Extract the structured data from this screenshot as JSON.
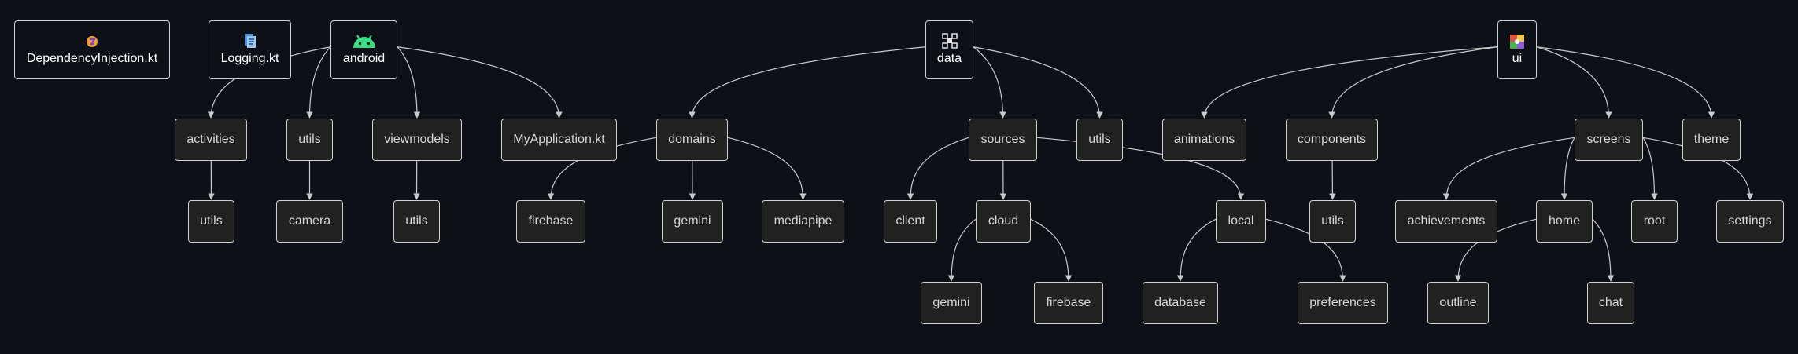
{
  "diagram": {
    "title": "",
    "colors": {
      "background": "#0d1117",
      "node_fill": "#212121",
      "root_fill": "#0d1117",
      "node_border": "#d0d0d0",
      "edge": "#c9c9c9",
      "text": "#d7d7d7",
      "root_text": "#ffffff"
    },
    "nodes": {
      "dependency_injection": {
        "label": "DependencyInjection.kt",
        "icon": "kotlin-file-icon"
      },
      "logging": {
        "label": "Logging.kt",
        "icon": "log-file-icon"
      },
      "android": {
        "label": "android",
        "icon": "android-icon"
      },
      "data": {
        "label": "data",
        "icon": "database-folder-icon"
      },
      "ui": {
        "label": "ui",
        "icon": "ui-folder-icon"
      },
      "android_activities": {
        "label": "activities"
      },
      "android_utils": {
        "label": "utils"
      },
      "android_viewmodels": {
        "label": "viewmodels"
      },
      "android_myapplication": {
        "label": "MyApplication.kt"
      },
      "activities_utils": {
        "label": "utils"
      },
      "utils_camera": {
        "label": "camera"
      },
      "viewmodels_utils": {
        "label": "utils"
      },
      "data_domains": {
        "label": "domains"
      },
      "data_sources": {
        "label": "sources"
      },
      "data_utils": {
        "label": "utils"
      },
      "domains_firebase": {
        "label": "firebase"
      },
      "domains_gemini": {
        "label": "gemini"
      },
      "domains_mediapipe": {
        "label": "mediapipe"
      },
      "sources_client": {
        "label": "client"
      },
      "sources_cloud": {
        "label": "cloud"
      },
      "sources_local": {
        "label": "local"
      },
      "cloud_gemini": {
        "label": "gemini"
      },
      "cloud_firebase": {
        "label": "firebase"
      },
      "local_database": {
        "label": "database"
      },
      "local_preferences": {
        "label": "preferences"
      },
      "ui_animations": {
        "label": "animations"
      },
      "ui_components": {
        "label": "components"
      },
      "ui_screens": {
        "label": "screens"
      },
      "ui_theme": {
        "label": "theme"
      },
      "components_utils": {
        "label": "utils"
      },
      "screens_achievements": {
        "label": "achievements"
      },
      "screens_home": {
        "label": "home"
      },
      "screens_root": {
        "label": "root"
      },
      "screens_settings": {
        "label": "settings"
      },
      "home_outline": {
        "label": "outline"
      },
      "home_chat": {
        "label": "chat"
      }
    },
    "edges": [
      [
        "android",
        "android_activities"
      ],
      [
        "android",
        "android_utils"
      ],
      [
        "android",
        "android_viewmodels"
      ],
      [
        "android",
        "android_myapplication"
      ],
      [
        "android_activities",
        "activities_utils"
      ],
      [
        "android_utils",
        "utils_camera"
      ],
      [
        "android_viewmodels",
        "viewmodels_utils"
      ],
      [
        "data",
        "data_domains"
      ],
      [
        "data",
        "data_sources"
      ],
      [
        "data",
        "data_utils"
      ],
      [
        "data_domains",
        "domains_firebase"
      ],
      [
        "data_domains",
        "domains_gemini"
      ],
      [
        "data_domains",
        "domains_mediapipe"
      ],
      [
        "data_sources",
        "sources_client"
      ],
      [
        "data_sources",
        "sources_cloud"
      ],
      [
        "data_sources",
        "sources_local"
      ],
      [
        "sources_cloud",
        "cloud_gemini"
      ],
      [
        "sources_cloud",
        "cloud_firebase"
      ],
      [
        "sources_local",
        "local_database"
      ],
      [
        "sources_local",
        "local_preferences"
      ],
      [
        "ui",
        "ui_animations"
      ],
      [
        "ui",
        "ui_components"
      ],
      [
        "ui",
        "ui_screens"
      ],
      [
        "ui",
        "ui_theme"
      ],
      [
        "ui_components",
        "components_utils"
      ],
      [
        "ui_screens",
        "screens_achievements"
      ],
      [
        "ui_screens",
        "screens_home"
      ],
      [
        "ui_screens",
        "screens_root"
      ],
      [
        "ui_screens",
        "screens_settings"
      ],
      [
        "screens_home",
        "home_outline"
      ],
      [
        "screens_home",
        "home_chat"
      ]
    ]
  }
}
